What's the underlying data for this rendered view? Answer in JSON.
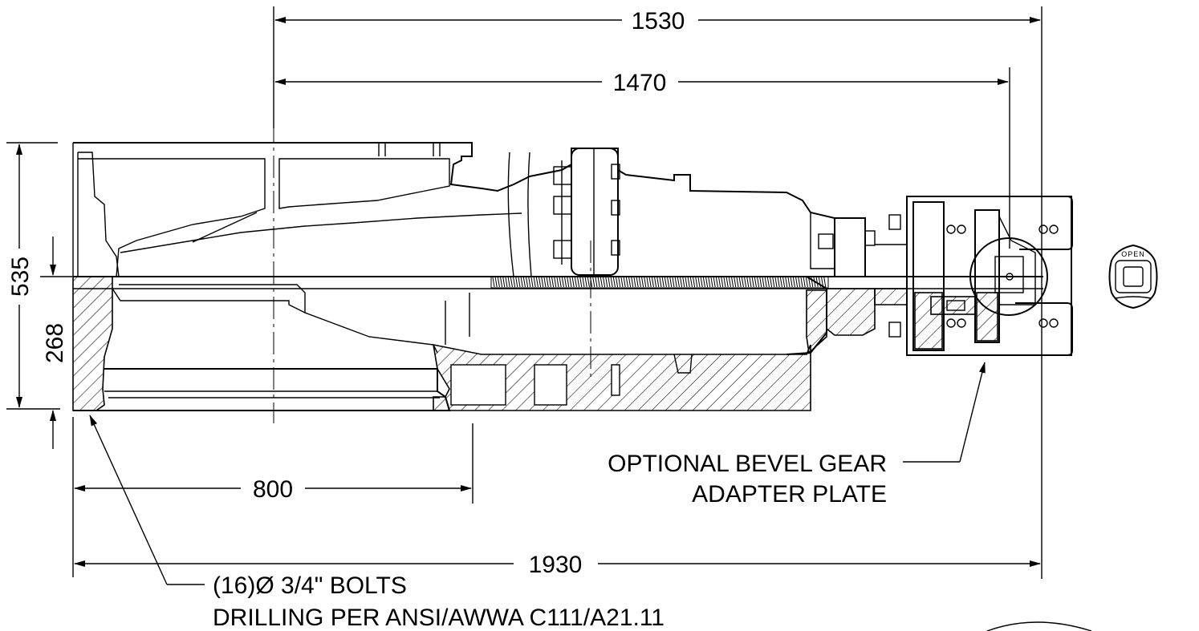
{
  "dimensions": {
    "overall_top": "1530",
    "inner_top": "1470",
    "height_upper": "535",
    "height_lower": "268",
    "base_width": "800",
    "overall_length": "1930"
  },
  "callouts": {
    "bevel_gear_line1": "OPTIONAL BEVEL GEAR",
    "bevel_gear_line2": "ADAPTER PLATE",
    "bolts_line1": "(16)Ø 3/4\" BOLTS",
    "bolts_line2": "DRILLING PER ANSI/AWWA C111/A21.11"
  },
  "indicator": {
    "label": "OPEN"
  }
}
